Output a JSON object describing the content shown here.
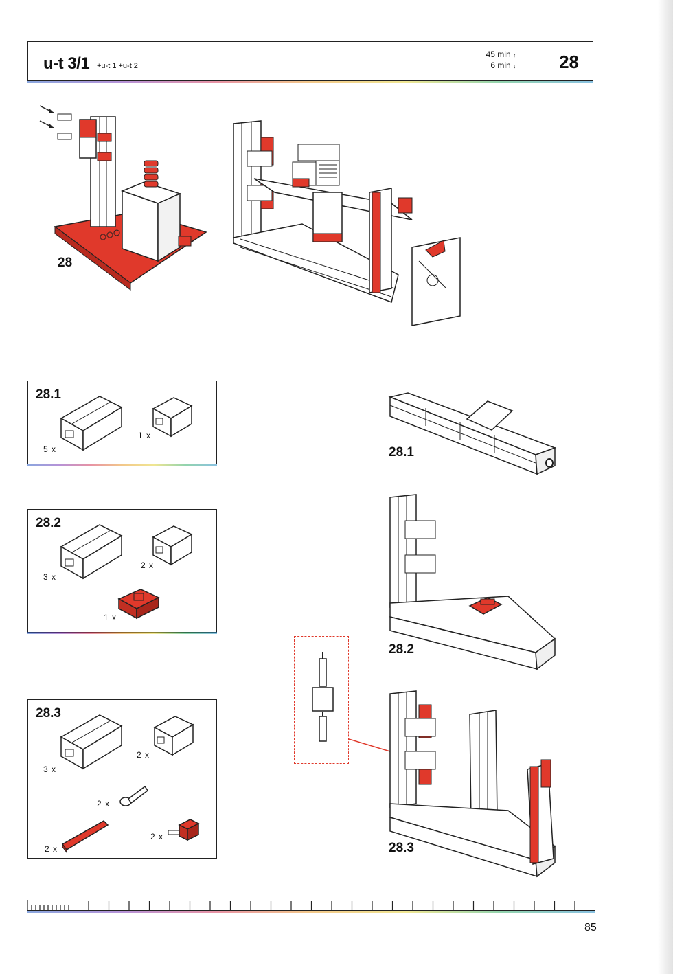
{
  "header": {
    "title": "u-t 3/1",
    "subtitle": "+u-t 1  +u-t 2",
    "time_up": "45 min",
    "time_down": "6 min",
    "arrow_up": "↑",
    "arrow_down": "↓",
    "page_step": "28"
  },
  "overview": {
    "label": "28"
  },
  "parts": [
    {
      "label": "28.1",
      "items": [
        {
          "qty": "5 x",
          "name": "building-block-30"
        },
        {
          "qty": "1 x",
          "name": "building-block-15"
        }
      ]
    },
    {
      "label": "28.2",
      "items": [
        {
          "qty": "3 x",
          "name": "building-block-30"
        },
        {
          "qty": "2 x",
          "name": "building-block-15"
        },
        {
          "qty": "1 x",
          "name": "red-building-plate"
        }
      ]
    },
    {
      "label": "28.3",
      "items": [
        {
          "qty": "3 x",
          "name": "building-block-30"
        },
        {
          "qty": "2 x",
          "name": "building-block-15"
        },
        {
          "qty": "2 x",
          "name": "axle-connector"
        },
        {
          "qty": "2 x",
          "name": "red-rail"
        },
        {
          "qty": "2 x",
          "name": "red-peg-block"
        }
      ]
    }
  ],
  "steps": [
    {
      "label": "28.1"
    },
    {
      "label": "28.2"
    },
    {
      "label": "28.3"
    }
  ],
  "page_number": "85",
  "colors": {
    "accent_red": "#e0392b",
    "line": "#222222",
    "detail_dash": "#e0392b"
  }
}
